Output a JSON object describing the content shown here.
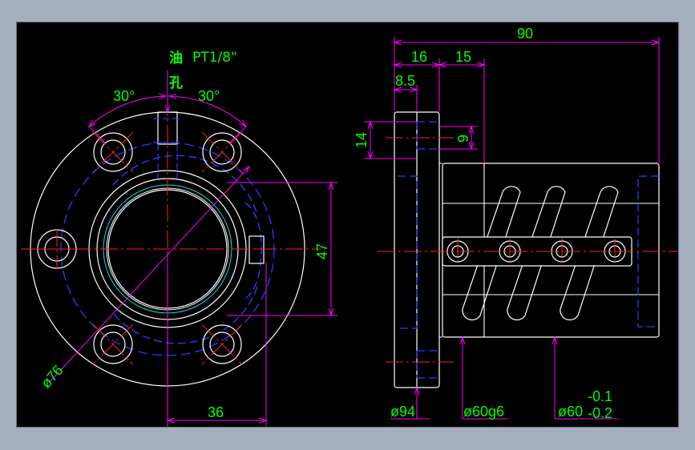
{
  "drawing": {
    "title": "",
    "colors": {
      "background": "#000000",
      "outline": "#ffffff",
      "centerline": "#ff2020",
      "hidden": "#2b3cff",
      "dimension_line": "#ff00ff",
      "dimension_text": "#00ff00",
      "thread": "#00e0e0",
      "frame": "#a4aebc"
    },
    "front_view": {
      "oil_hole_label_1": "油",
      "oil_hole_label_2": "孔",
      "oil_hole_thread": "PT1/8\"",
      "angle_left": "30°",
      "angle_right": "30°",
      "bolt_circle_diameter": "ø76",
      "height_dim": "47",
      "width_dim": "36"
    },
    "side_view": {
      "overall_length": "90",
      "flange_width": "16",
      "offset": "15",
      "counterbore_depth": "8.5",
      "counterbore_dia": "14",
      "hole_dia": "9",
      "flange_dia": "ø94",
      "body_dia": "ø60g6",
      "nut_dia": "ø60",
      "tol_upper": "-0.1",
      "tol_lower": "-0.2"
    }
  }
}
